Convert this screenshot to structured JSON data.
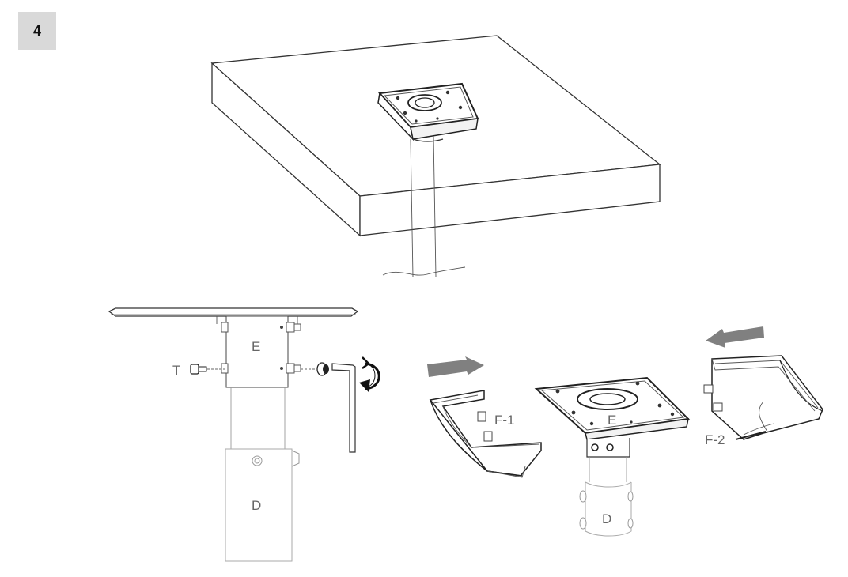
{
  "step_number": "4",
  "labels": {
    "tube_top": "E",
    "screw": "T",
    "tube_bottom": "D",
    "cover_left": "F-1",
    "plate_right": "E",
    "tube_right": "D",
    "cover_right": "F-2"
  },
  "colors": {
    "badge_bg": "#d9d9d9",
    "arrow": "#777777",
    "line": "#333333"
  }
}
